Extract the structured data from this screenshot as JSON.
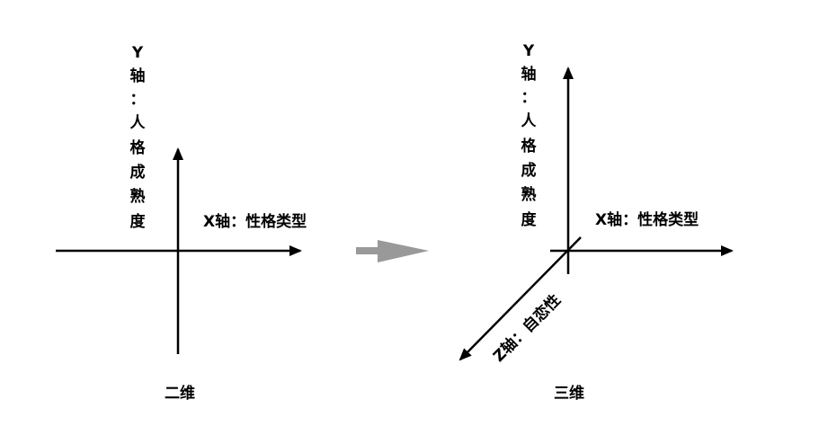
{
  "left_diagram": {
    "caption": "二维",
    "y_axis_label": [
      "Y",
      "轴",
      "：",
      "人",
      "格",
      "成",
      "熟",
      "度"
    ],
    "x_axis_label": "X轴：性格类型"
  },
  "transition_arrow": {
    "color": "#999999"
  },
  "right_diagram": {
    "caption": "三维",
    "y_axis_label": [
      "Y",
      "轴",
      "：",
      "人",
      "格",
      "成",
      "熟",
      "度"
    ],
    "x_axis_label": "X轴：性格类型",
    "z_axis_label": "Z轴：自恋性"
  }
}
